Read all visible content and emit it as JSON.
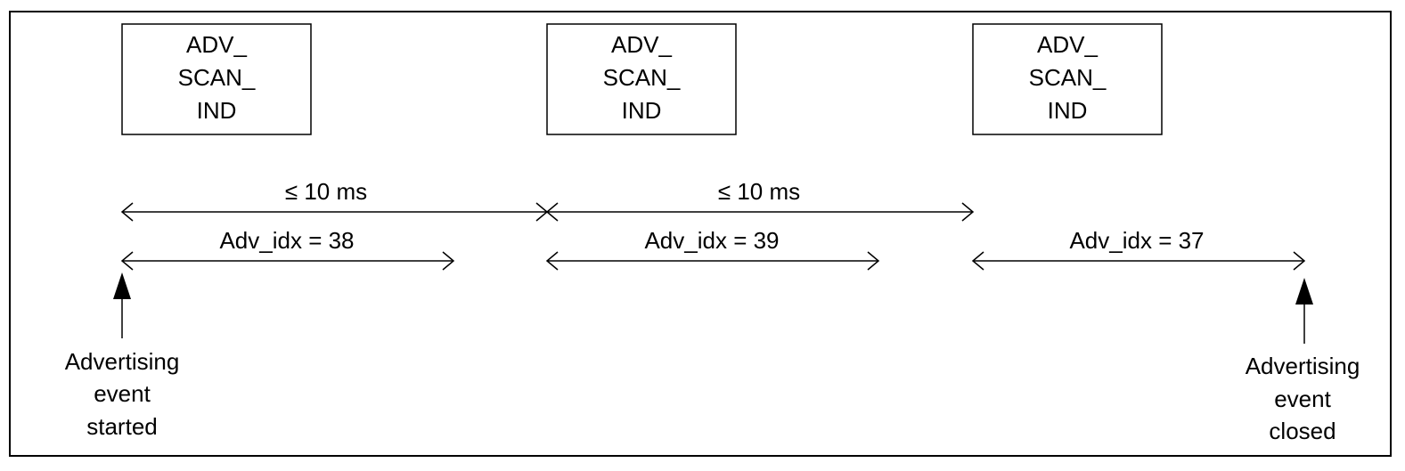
{
  "packets": [
    {
      "line1": "ADV_",
      "line2": "SCAN_",
      "line3": "IND"
    },
    {
      "line1": "ADV_",
      "line2": "SCAN_",
      "line3": "IND"
    },
    {
      "line1": "ADV_",
      "line2": "SCAN_",
      "line3": "IND"
    }
  ],
  "intervals": [
    {
      "label": "≤ 10 ms"
    },
    {
      "label": "≤ 10 ms"
    }
  ],
  "channels": [
    {
      "label": "Adv_idx = 38"
    },
    {
      "label": "Adv_idx = 39"
    },
    {
      "label": "Adv_idx = 37"
    }
  ],
  "start_marker": {
    "line1": "Advertising",
    "line2": "event",
    "line3": "started"
  },
  "end_marker": {
    "line1": "Advertising",
    "line2": "event",
    "line3": "closed"
  }
}
